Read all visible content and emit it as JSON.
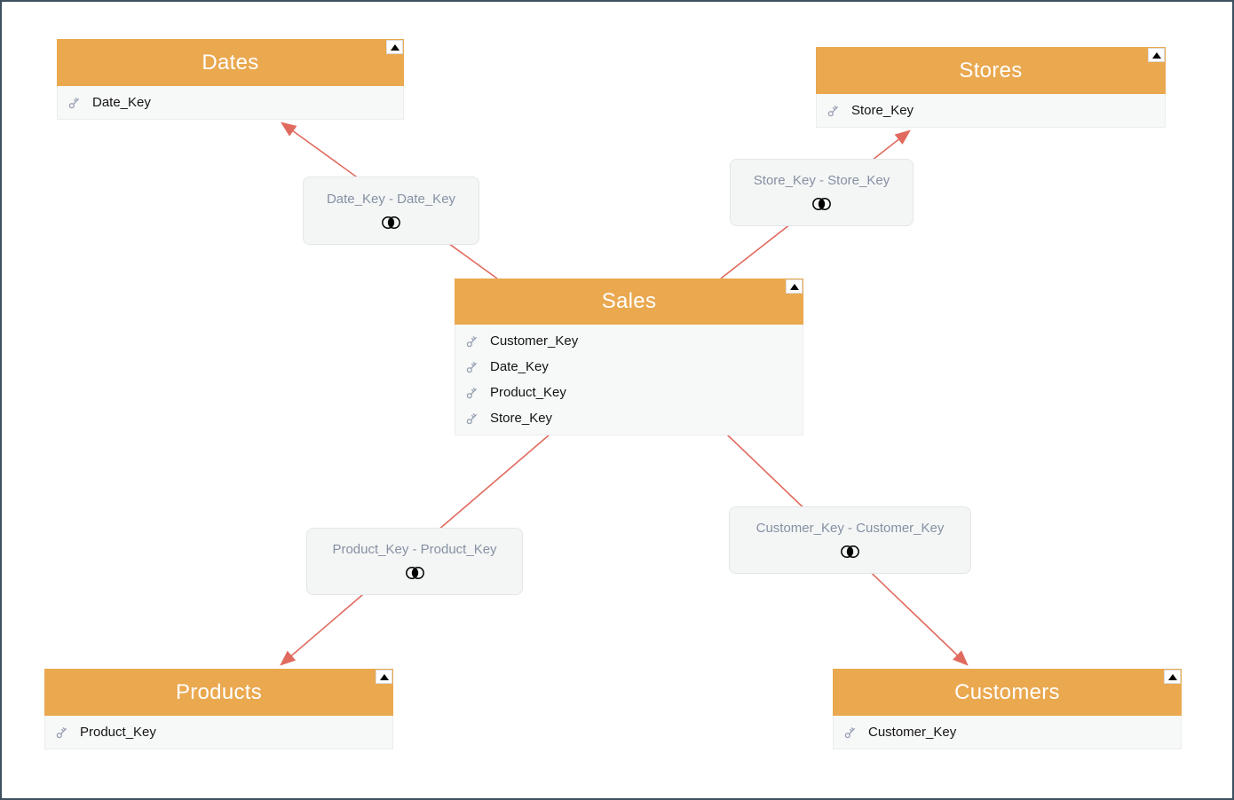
{
  "canvas": {
    "background": "#FFFFFF",
    "border_color": "#3D505F"
  },
  "colors": {
    "table_header": "#EAA84F",
    "table_title_text": "#FFFFFF",
    "field_text": "#141417",
    "field_row_bg": "#F7F8F8",
    "key_icon": "#98A2B3",
    "relationship_bg": "#F4F6F6",
    "relationship_border": "#E2E6E8",
    "relationship_text": "#8690A2",
    "join_icon": "#000000",
    "arrow": "#E06A5E"
  },
  "tables": [
    {
      "title": "Dates",
      "fields": [
        "Date_Key"
      ]
    },
    {
      "title": "Stores",
      "fields": [
        "Store_Key"
      ]
    },
    {
      "title": "Sales",
      "fields": [
        "Customer_Key",
        "Date_Key",
        "Product_Key",
        "Store_Key"
      ]
    },
    {
      "title": "Products",
      "fields": [
        "Product_Key"
      ]
    },
    {
      "title": "Customers",
      "fields": [
        "Customer_Key"
      ]
    }
  ],
  "relationships": [
    {
      "label": "Date_Key - Date_Key",
      "join_type": "inner-join",
      "from": "Sales",
      "to": "Dates"
    },
    {
      "label": "Store_Key - Store_Key",
      "join_type": "inner-join",
      "from": "Sales",
      "to": "Stores"
    },
    {
      "label": "Product_Key - Product_Key",
      "join_type": "inner-join",
      "from": "Sales",
      "to": "Products"
    },
    {
      "label": "Customer_Key - Customer_Key",
      "join_type": "inner-join",
      "from": "Sales",
      "to": "Customers"
    }
  ]
}
